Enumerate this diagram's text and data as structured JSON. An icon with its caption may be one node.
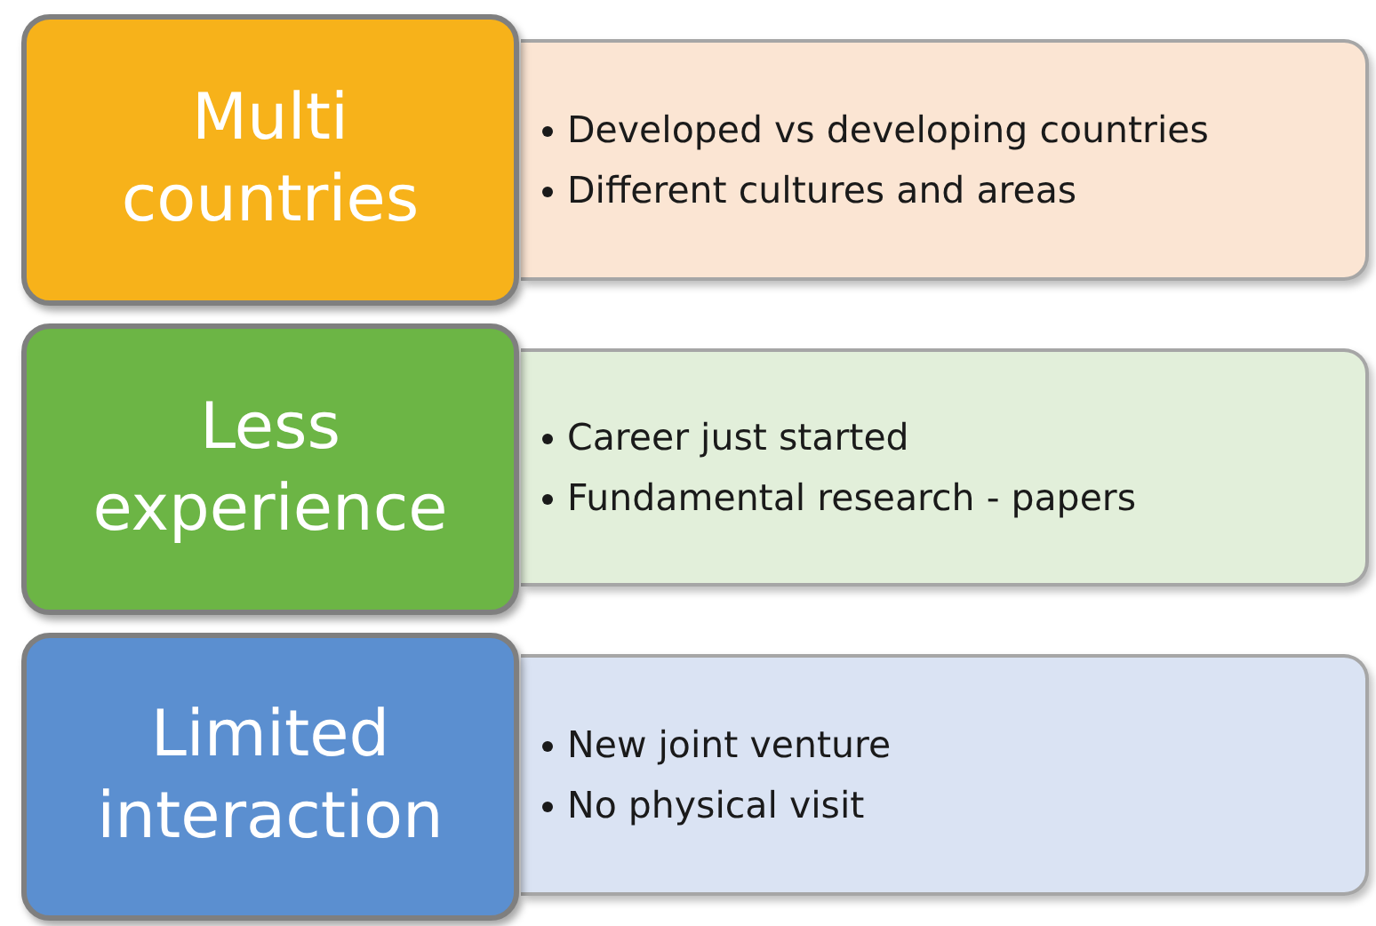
{
  "diagram": {
    "nodes": [
      {
        "text": [
          "Multi countries"
        ]
      },
      {
        "text": [
          "Developed vs developing countries",
          "Different cultures and areas"
        ]
      },
      {
        "text": [
          "Less experience"
        ]
      },
      {
        "text": [
          "Career just started",
          "Fundamental research - papers"
        ]
      },
      {
        "text": [
          "Limited interaction"
        ]
      },
      {
        "text": [
          "New joint venture",
          "No physical visit"
        ]
      }
    ]
  }
}
